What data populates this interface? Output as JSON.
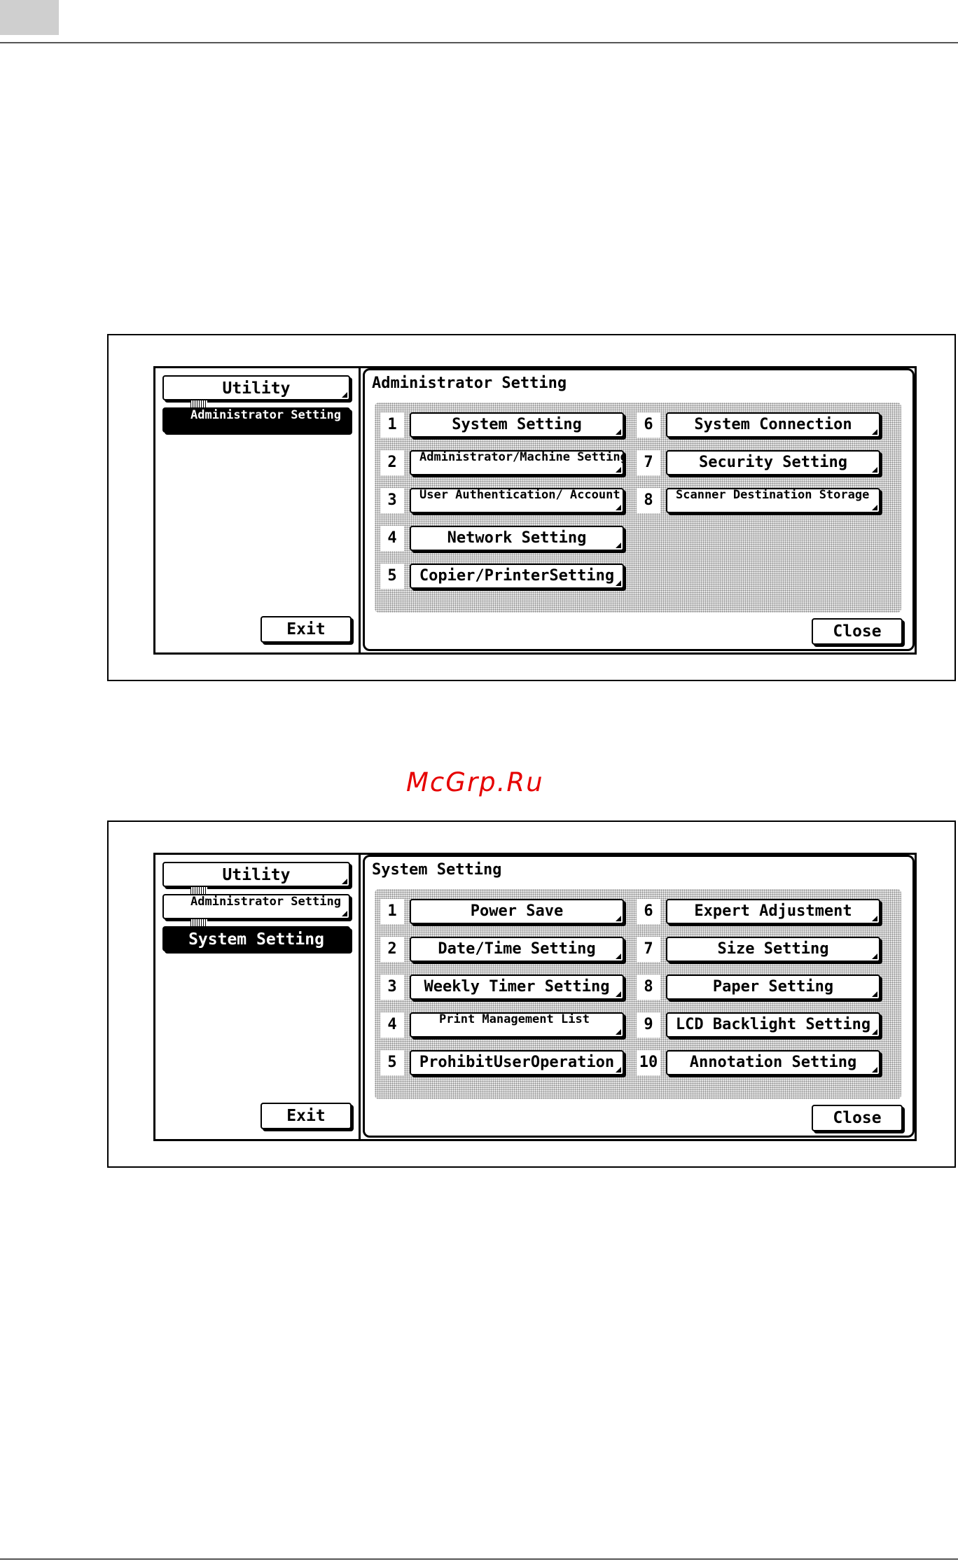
{
  "watermark": "McGrp.Ru",
  "screens": [
    {
      "title": "Administrator Setting",
      "nav": [
        "Utility",
        "Administrator Setting"
      ],
      "exit": "Exit",
      "close": "Close",
      "options": [
        {
          "num": "1",
          "label": "System Setting"
        },
        {
          "num": "2",
          "label": "Administrator/Machine Setting"
        },
        {
          "num": "3",
          "label": "User Authentication/ Account Track"
        },
        {
          "num": "4",
          "label": "Network Setting"
        },
        {
          "num": "5",
          "label": "Copier/PrinterSetting"
        },
        {
          "num": "6",
          "label": "System Connection"
        },
        {
          "num": "7",
          "label": "Security Setting"
        },
        {
          "num": "8",
          "label": "Scanner Destination Storage"
        }
      ]
    },
    {
      "title": "System Setting",
      "nav": [
        "Utility",
        "Administrator Setting",
        "System Setting"
      ],
      "exit": "Exit",
      "close": "Close",
      "options": [
        {
          "num": "1",
          "label": "Power Save"
        },
        {
          "num": "2",
          "label": "Date/Time Setting"
        },
        {
          "num": "3",
          "label": "Weekly Timer Setting"
        },
        {
          "num": "4",
          "label": "Print Management List"
        },
        {
          "num": "5",
          "label": "ProhibitUserOperation"
        },
        {
          "num": "6",
          "label": "Expert Adjustment"
        },
        {
          "num": "7",
          "label": "Size Setting"
        },
        {
          "num": "8",
          "label": "Paper Setting"
        },
        {
          "num": "9",
          "label": "LCD Backlight Setting"
        },
        {
          "num": "10",
          "label": "Annotation Setting"
        }
      ]
    }
  ]
}
